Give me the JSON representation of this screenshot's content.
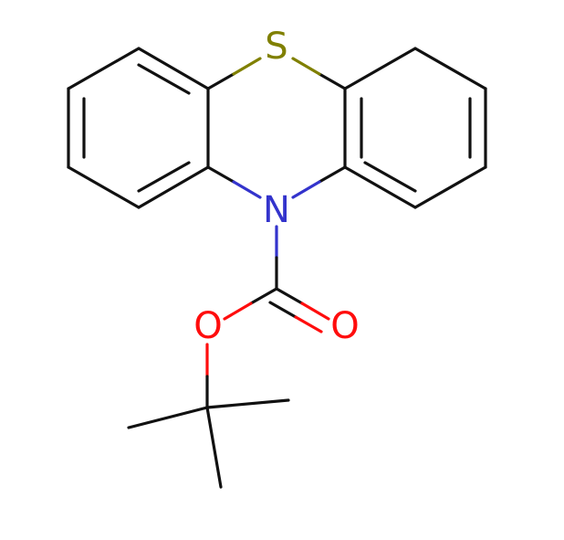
{
  "molecule": {
    "atoms": [
      {
        "id": "S",
        "label": "S",
        "color": "#808000"
      },
      {
        "id": "N",
        "label": "N",
        "color": "#3333cc"
      },
      {
        "id": "O1",
        "label": "O",
        "color": "#ff0d0d"
      },
      {
        "id": "O2",
        "label": "O",
        "color": "#ff0d0d"
      }
    ]
  },
  "colors": {
    "bond": "#111111",
    "sulfur": "#808000",
    "nitrogen": "#3333cc",
    "oxygen": "#ff0d0d",
    "background": "#ffffff"
  }
}
